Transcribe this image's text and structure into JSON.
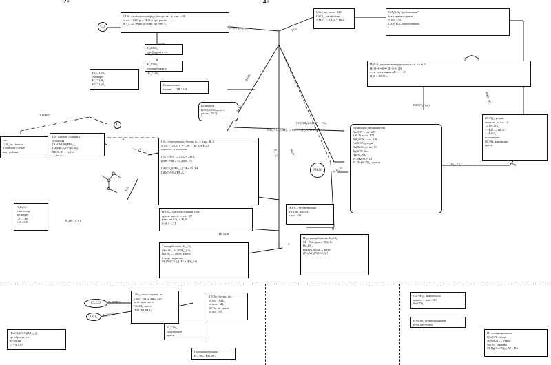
{
  "header": {
    "col_left": "2+",
    "col_right": "4+"
  },
  "nodes": {
    "co": "CO",
    "cocl": "CO?",
    "c_circle": "C",
    "mcn": "MCN",
    "cs2_bottom": "CS₂",
    "ccl4": "CCl₄",
    "cl2co": "Cl₂CO"
  },
  "boxes": {
    "cos": "COS, карбонилсульфид, бесцв. газ, т. кип. −50\nт. пл. −138, р. в H₂O и орг. раств.\nd = 2,72, терм. устойч. до 600 °C",
    "h2cos2": "H₂COS₂\nсвободная к-та",
    "h2cos2b": "H₂COS₂\nтиокарбонат к.",
    "k2cos": "K₂COS",
    "k2cos2": "K₂COS₂",
    "h2cos3": "H(CO₂)S₂\nтиокарб.\nH₂CO₂S₂\nH(CO₂)S₂",
    "xanthate": "Ксантогенат\nкалия — OR / SH",
    "xanth2": "Ксантаты\nKSC(S)OR крист.\nраств., 70 °C",
    "cse": "CSe₂, ж., темп. 125.\nCSCl₂, тиофосген\n+ H₂O → COS + HCl",
    "cs2main": "CS₂, сероуглерод, бесцв. ж., т. кип. 46,2\nт. пл. −111,6, d = 1,26 … н. р. в H₂O\nотносит. и восплам.\n\nCS₂ + 3O₂ → CO₂ + 2SO₂\nкрит. т-ра 273, давл. 73\n\n[M(CS₂)(PPh₃)₂], M = Pt, Pd\n[M(η²-CS₂)(PR₃)₂]",
    "hcs2": "H₂CS₃, тритиоугольная к-та,\nкрасн. масл., т. пл. −27\nразл. на CS₂ + H₂S\nS−S = 1,71",
    "tritiocarb": "Тиокарбонаты, M₂CS₃\nM = Na, K; (NH₄)₂CS₃\nBaCS₃ — желт. крист.\nв воде гидролиз.\nM₂[Ni(CS₃)₂], M = [Ph₄As]",
    "h2cs4": "H₂CS₄, тетратиокарб.\nк-та, ж., красн.,\nт. пл. −36",
    "percarb": "Пертиокарбонаты, M₂CS₄\nM = Na (крист. 98), K,\nBa₂CS₄\nвоздух, вода → разл.\n(Ph₄As)₂[Ni(CS₄)₂]",
    "rhodan": "Роданиды (тиоцианаты)\nNaSCN        т. пл. 287\nKSCN         т. пл. 173\nNH₄SCN     т. пл. 149\nCu(SCN)₂   черн.\nBa(SCN)₂   т. пл. 55\nAgSCN, бел.\nHg(SCN)₂\nM₂[Hg(SCN)₄]\nM₃[Fe(SCN)₆] красн.",
    "hncs": "HNCS, роданистоводородная к-та, т. пл. 5\nH−N=C=S ⇌ H−S−C≡N\n— к-та сильная, pK = −1,8\nH₂S + HCN →",
    "scn2": "(SCN)₂, родан,\nжелт. ж., т. пл. −2\n→ (SCN)ₓ\n+ H₂O → HCN\n+ H₂SO₄\nполимериз.\n(SCN)ₓ кирпично-\nкрасн.",
    "cnnh": "CH₂N₂S₂ “рубеановая”\nк-та, желто-оранж.\nт. пл. 170\nCS(NH₂)₂ тиомочевина",
    "leftgas": "газ,\nC₃S₂, ж., красн.\nв каждом случае\nнеустойчив",
    "cs_left": "CS, аллотр. сульфид\nуглерода\n[RhCl(CS)(PPh₃)₂]\n[M(PPh₃)(CO)(CS)]\nMCS, M = Ir, Os\n— RhCS",
    "kreagent": "K₂S₂C₂\nк желтому\nраствору\nC  C 1,46\nC  S 1,65",
    "k2cs": "K₂(SC−CS)",
    "cssebottom": "CSe₂, желт.-оранж. ж.\nт. пл. −44, т. кип. 125\nразл. при свете\nCSeCl₂, желт.\n[BaCSe(Иа)]₃",
    "ocse": "OCSe, бесцв. газ\nт. пл. −124,\nт. кип. −22\nSCSe, ж., желт.\nт. пл. −85",
    "csnh": "Cs(NH)₂, комплексы\nкрист., т. кип. 265\nSe(CN)₂",
    "hncse": "HNCSe, селеноциановая\nк-та, неустойч.",
    "selenocyan": "Из селеноцианатов\nKSeCN, бесцв.\nAgSeCN — серое\nSeCN⁻ линейн.\nM[Hg(SeCN)₃], M = Rb",
    "bottomleft": "[BaCS₂(CO₂)(NH₃)₄]\nтр. образуется\nиз раств.\nC − S 1,67",
    "cse2bottom": "M₂CSe₃,\nселенокарб.\nкрасн.",
    "selenocarb": "Селенокарбонаты\nK₂CSe₃, BaCSe₃"
  },
  "arrows": {
    "a1": "S₂, H₂O (450°)",
    "a2": "PCl₅",
    "a3": "KOH",
    "a4": "KOH",
    "a5": "ROH",
    "a6": "NH₃ + C₂(OH)₂ → CaS + 2H₂O, 170°",
    "a7": "CO(NH₂)₂ (210°) − CS₂",
    "a8": "KHSO₄ (тв.)",
    "a9": "N, K, Fe",
    "a10": "HCl газ",
    "a11": "S",
    "a12": "H⁺",
    "a13": "−S (свет)",
    "a14": "Se (850°)",
    "a15": "H₂Se (°)",
    "a16": "Na₂S",
    "a17": "S₂, O₂",
    "a18": "Ag",
    "a19": "Br₂, Cl₂",
    "a20": "−S",
    "a21": "+S",
    "a22": "K₂S",
    "a23": "Pb(SCN)₂"
  }
}
